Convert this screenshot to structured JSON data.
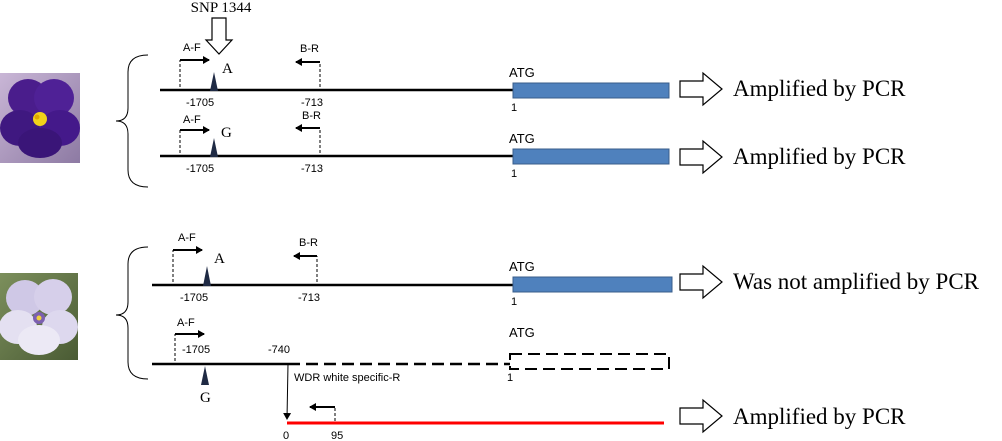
{
  "snp_label": "SNP 1344",
  "purple_panel": {
    "photo": "purple-african-violet-flower-photo",
    "rows": [
      {
        "forward_primer": "A-F",
        "reverse_primer": "B-R",
        "allele": "A",
        "pos_left": "-1705",
        "pos_right": "-713",
        "start_codon": "ATG",
        "pos_start": "1",
        "result": "Amplified by PCR"
      },
      {
        "forward_primer": "A-F",
        "reverse_primer": "B-R",
        "allele": "G",
        "pos_left": "-1705",
        "pos_right": "-713",
        "start_codon": "ATG",
        "pos_start": "1",
        "result": "Amplified by PCR"
      }
    ]
  },
  "white_panel": {
    "photo": "white-violet-flower-photo",
    "row_a": {
      "forward_primer": "A-F",
      "reverse_primer": "B-R",
      "allele": "A",
      "pos_left": "-1705",
      "pos_right": "-713",
      "start_codon": "ATG",
      "pos_start": "1",
      "result": "Was not amplified by PCR"
    },
    "row_g": {
      "forward_primer": "A-F",
      "allele": "G",
      "pos_left": "-1705",
      "pos_break": "-740",
      "start_codon": "ATG",
      "pos_start": "1",
      "specific_primer": "WDR white specific-R",
      "pos_zero": "0",
      "pos_95": "95",
      "result": "Amplified by PCR"
    }
  },
  "colors": {
    "gene_box": "#4f81bd",
    "gene_box_border": "#385d8a",
    "specific_fragment": "#ff0000",
    "line": "#000000",
    "marker": "#1f2a44"
  }
}
